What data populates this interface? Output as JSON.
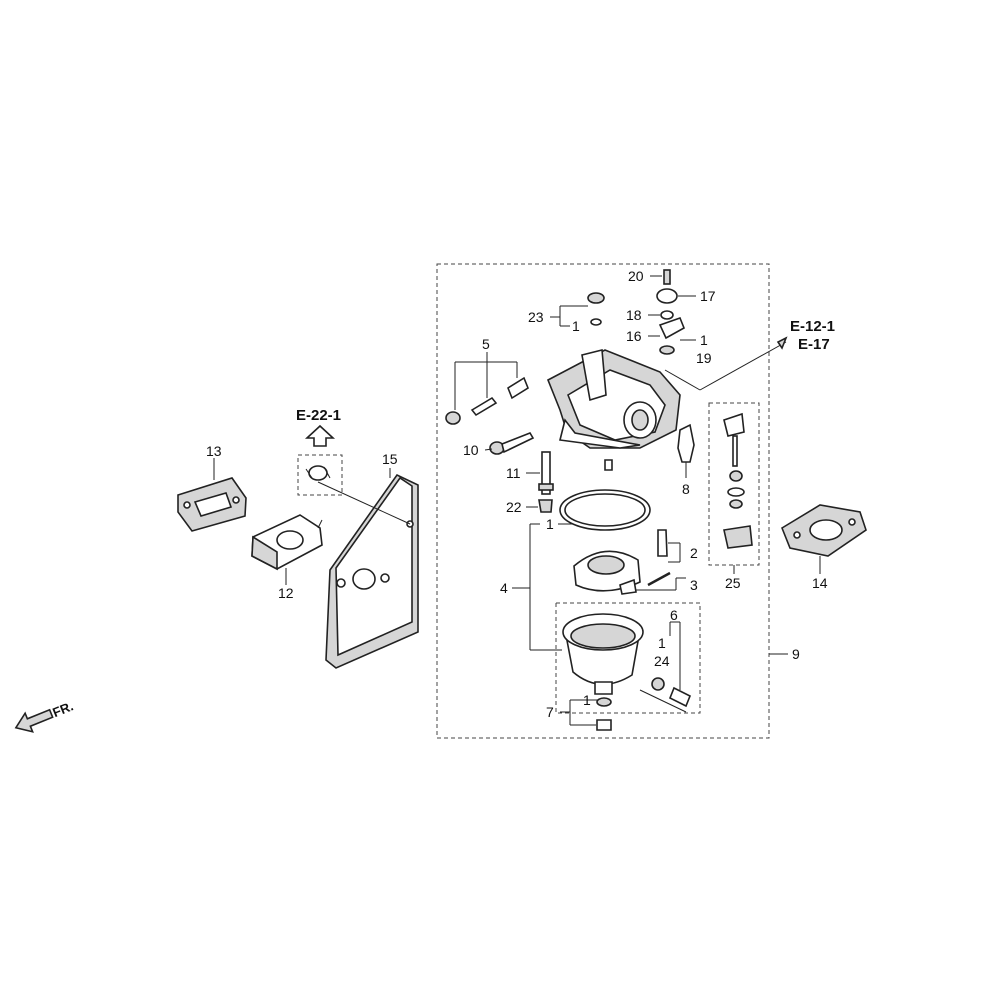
{
  "references": {
    "e22": "E-22-1",
    "e12": "E-12-1",
    "e17": "E-17"
  },
  "direction_label": "FR.",
  "callouts": {
    "c1a": "1",
    "c1b": "1",
    "c1c": "1",
    "c1d": "1",
    "c1e": "1",
    "c2": "2",
    "c3": "3",
    "c4": "4",
    "c5": "5",
    "c6": "6",
    "c7": "7",
    "c8": "8",
    "c9": "9",
    "c10": "10",
    "c11": "11",
    "c12": "12",
    "c13": "13",
    "c14": "14",
    "c15": "15",
    "c16": "16",
    "c17": "17",
    "c18": "18",
    "c19": "19",
    "c20": "20",
    "c22": "22",
    "c23": "23",
    "c24": "24",
    "c25": "25"
  }
}
